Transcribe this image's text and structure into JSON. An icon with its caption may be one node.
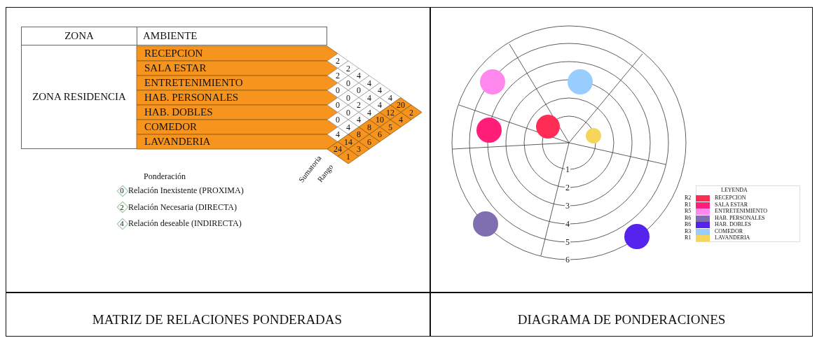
{
  "diagram": {
    "labels": [
      "ZONA",
      "AMBIENTE",
      "ZONA RESIDENCIA",
      "RECEPCION",
      "SALA ESTAR",
      "ENTRETENIMIENTO",
      "HAB. PERSONALES",
      "HAB. DOBLES",
      "COMEDOR",
      "LAVANDERIA",
      "2",
      "2",
      "4",
      "4",
      "4",
      "4",
      "2",
      "0",
      "0",
      "4",
      "4",
      "0",
      "0",
      "2",
      "4",
      "0",
      "0",
      "4",
      "0",
      "4",
      "4",
      "20",
      "12",
      "10",
      "8",
      "8",
      "14",
      "24",
      "2",
      "4",
      "5",
      "6",
      "6",
      "3",
      "1",
      "Sumatoria",
      "Rango",
      "Ponderación",
      "0",
      "Relación Inexistente (PROXIMA)",
      "2",
      "Relación Necesaria (DIRECTA)",
      "4",
      "Relación deseable (INDIRECTA)",
      "1",
      "2",
      "3",
      "4",
      "5",
      "6",
      "LEYENDA",
      "R2",
      "R1",
      "R5",
      "R6",
      "R6",
      "R3",
      "R1",
      "MATRIZ DE RELACIONES PONDERADAS",
      "DIAGRAMA DE PONDERACIONES"
    ],
    "legend": [
      {
        "text": "RECEPCION",
        "color": "#ff2d55"
      },
      {
        "text": "SALA ESTAR",
        "color": "#ff1f78"
      },
      {
        "text": "ENTRETENIMIENTO",
        "color": "#ff88ee"
      },
      {
        "text": "HAB. PERSONALES",
        "color": "#7f6fb0"
      },
      {
        "text": "HAB. DOBLES",
        "color": "#5522ee"
      },
      {
        "text": "COMEDOR",
        "color": "#99ccff"
      },
      {
        "text": "LAVANDERIA",
        "color": "#f5d55a"
      }
    ]
  }
}
